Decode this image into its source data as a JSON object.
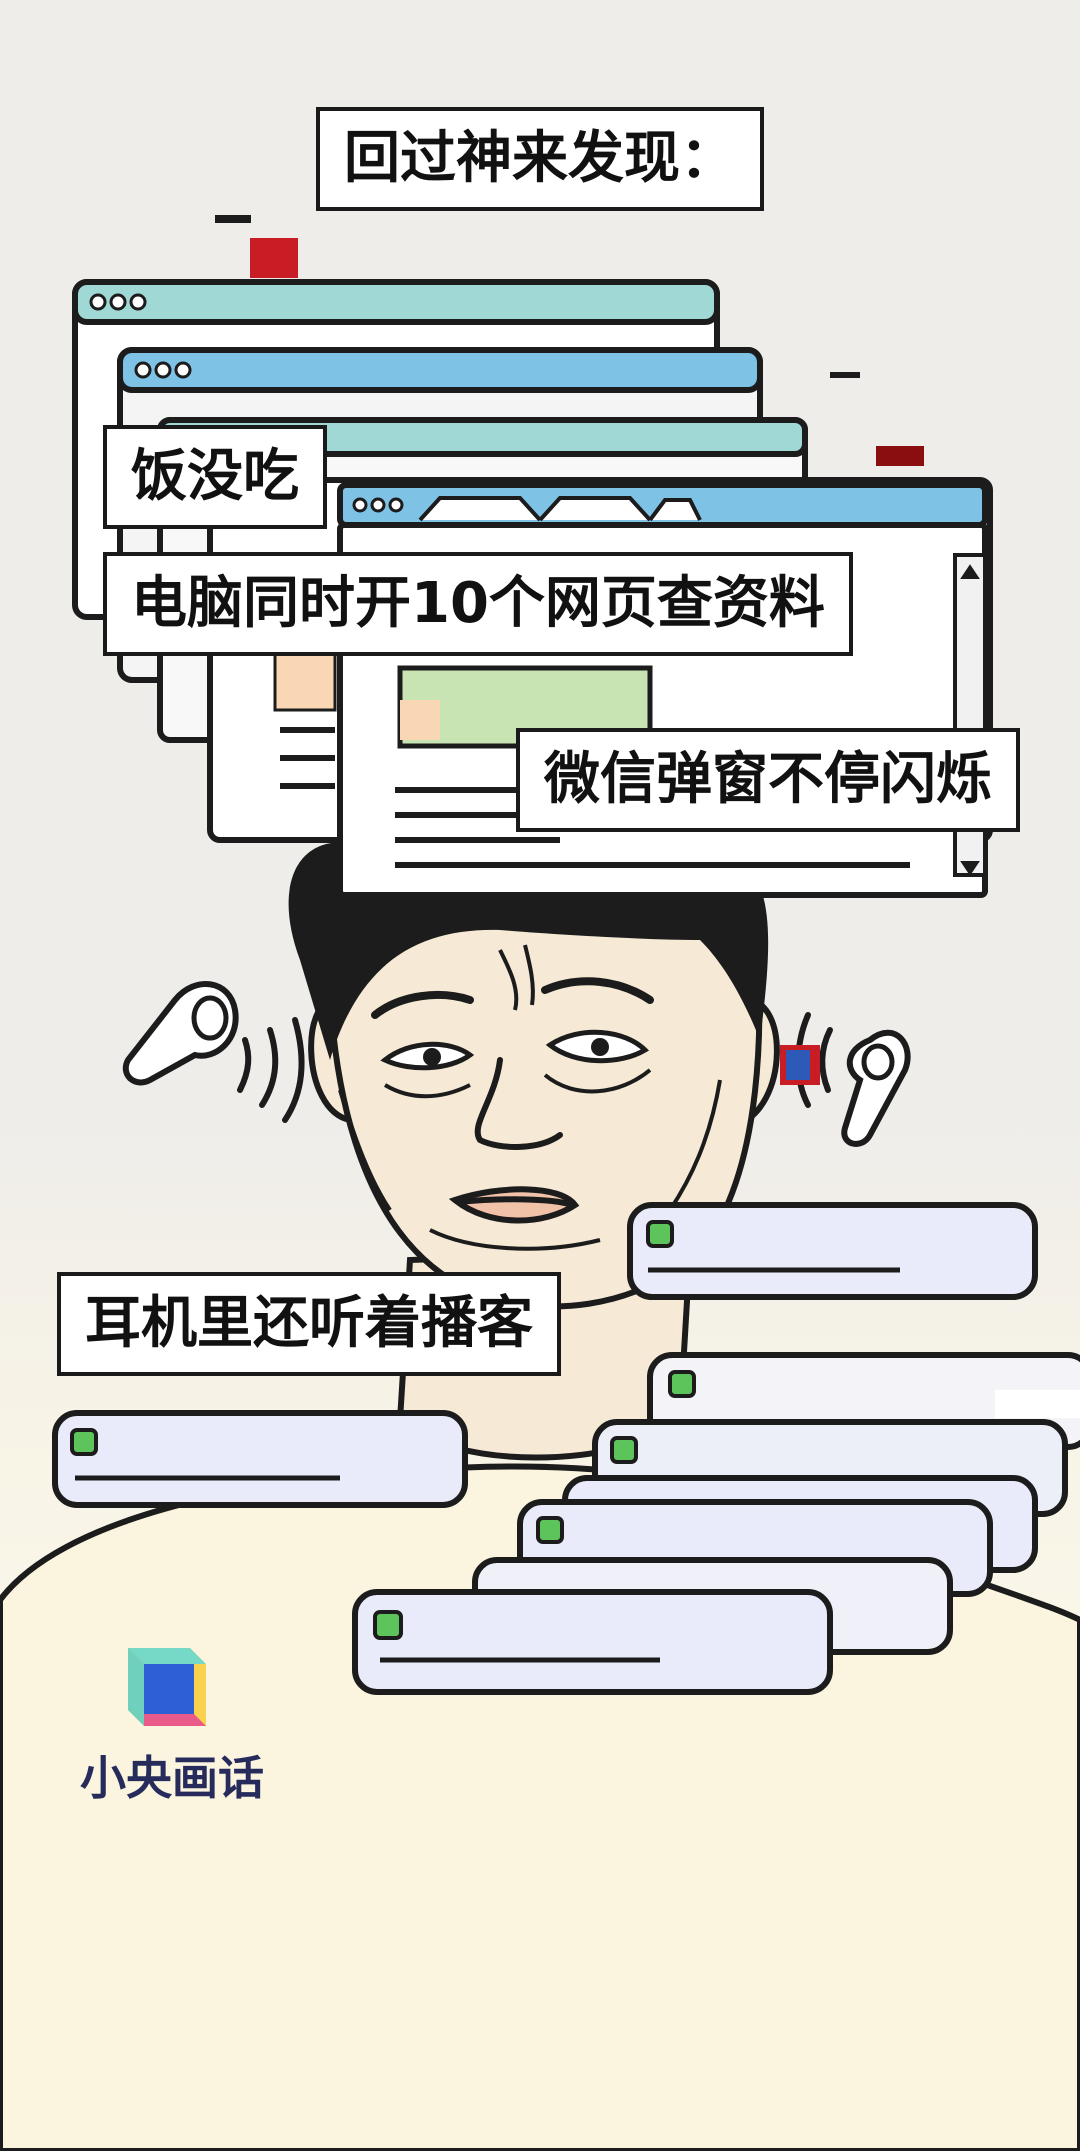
{
  "captions": {
    "title": "回过神来发现：",
    "no_meal": "饭没吃",
    "ten_tabs": "电脑同时开10个网页查资料",
    "wechat_popup": "微信弹窗不停闪烁",
    "podcast": "耳机里还听着播客"
  },
  "brand": {
    "name": "小央画话"
  },
  "colors": {
    "browser_titlebar_teal": "#9fd8d4",
    "browser_titlebar_blue": "#7ec3e6",
    "notification_card": "#e9ebfa",
    "notification_icon": "#5cc45a",
    "skin": "#f6ead6",
    "hair": "#1c1c1c",
    "brand_text": "#262b5c"
  }
}
